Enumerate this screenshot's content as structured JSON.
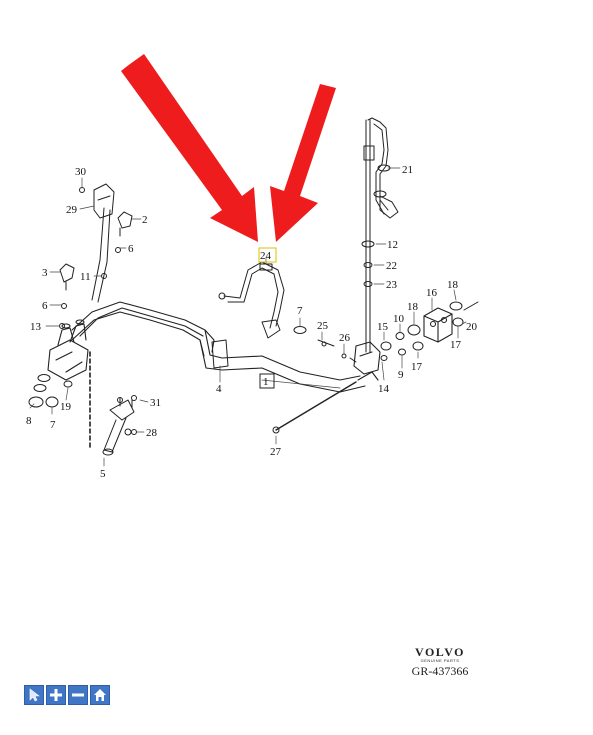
{
  "diagram": {
    "callouts": {
      "c1": "1",
      "c2": "2",
      "c3": "3",
      "c4": "4",
      "c5": "5",
      "c6a": "6",
      "c6b": "6",
      "c7a": "7",
      "c7b": "7",
      "c8": "8",
      "c9": "9",
      "c10": "10",
      "c11": "11",
      "c12": "12",
      "c13": "13",
      "c14": "14",
      "c15": "15",
      "c16": "16",
      "c17a": "17",
      "c17b": "17",
      "c18a": "18",
      "c18b": "18",
      "c19": "19",
      "c20": "20",
      "c21": "21",
      "c22": "22",
      "c23": "23",
      "c24": "24",
      "c25": "25",
      "c26": "26",
      "c27": "27",
      "c28": "28",
      "c29": "29",
      "c30": "30",
      "c31": "31"
    },
    "arrow_color": "#ee1c1c",
    "highlight_color": "#d8c200"
  },
  "brand": {
    "name": "VOLVO",
    "sub": "GENUINE PARTS"
  },
  "reference": "GR-437366",
  "toolbar": {
    "accent": "#3f76c6",
    "buttons": [
      {
        "icon": "cursor-icon"
      },
      {
        "icon": "plus-icon"
      },
      {
        "icon": "minus-icon"
      },
      {
        "icon": "home-icon"
      }
    ]
  }
}
